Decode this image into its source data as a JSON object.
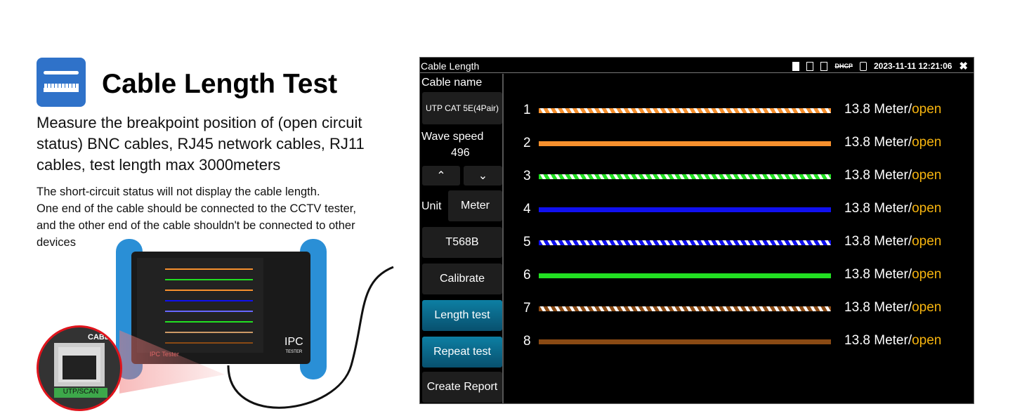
{
  "header": {
    "title": "Cable Length Test",
    "icon": "cable-ruler-icon"
  },
  "description": "Measure the breakpoint position of (open circuit status) BNC cables, RJ45 network cables, RJ11 cables, test length max 3000meters",
  "notes": [
    "The short-circuit status will not display the cable length.",
    "One end of the cable should be connected to the CCTV tester,",
    "and the other end of the cable shouldn't be connected to other",
    "devices"
  ],
  "device": {
    "brand": "IPC",
    "sub": "TESTER",
    "screen_label": "IPC Tester",
    "port_label": "UTP/SCAN",
    "cable_label": "CABLE"
  },
  "screen": {
    "title": "Cable Length",
    "status": {
      "dhcp": "DHCP",
      "datetime": "2023-11-11 12:21:06"
    },
    "sidebar": {
      "cable_name_label": "Cable name",
      "cable_name": "UTP CAT 5E(4Pair)",
      "wave_speed_label": "Wave speed",
      "wave_speed": "496",
      "up": "^",
      "down": "v",
      "unit_label": "Unit",
      "unit": "Meter",
      "standard": "T568B",
      "calibrate": "Calibrate",
      "length_test": "Length test",
      "repeat_test": "Repeat test",
      "create_report": "Create Report"
    },
    "wires": [
      {
        "num": "1",
        "length": "13.8 Meter/",
        "status": "open",
        "color": "#f7902d",
        "striped": true
      },
      {
        "num": "2",
        "length": "13.8 Meter/",
        "status": "open",
        "color": "#f7902d",
        "striped": false
      },
      {
        "num": "3",
        "length": "13.8 Meter/",
        "status": "open",
        "color": "#22e022",
        "striped": true
      },
      {
        "num": "4",
        "length": "13.8 Meter/",
        "status": "open",
        "color": "#1010f0",
        "striped": false
      },
      {
        "num": "5",
        "length": "13.8 Meter/",
        "status": "open",
        "color": "#1010f0",
        "striped": true
      },
      {
        "num": "6",
        "length": "13.8 Meter/",
        "status": "open",
        "color": "#22e022",
        "striped": false
      },
      {
        "num": "7",
        "length": "13.8 Meter/",
        "status": "open",
        "color": "#8a4a14",
        "striped": true
      },
      {
        "num": "8",
        "length": "13.8 Meter/",
        "status": "open",
        "color": "#8a4a14",
        "striped": false
      }
    ]
  }
}
